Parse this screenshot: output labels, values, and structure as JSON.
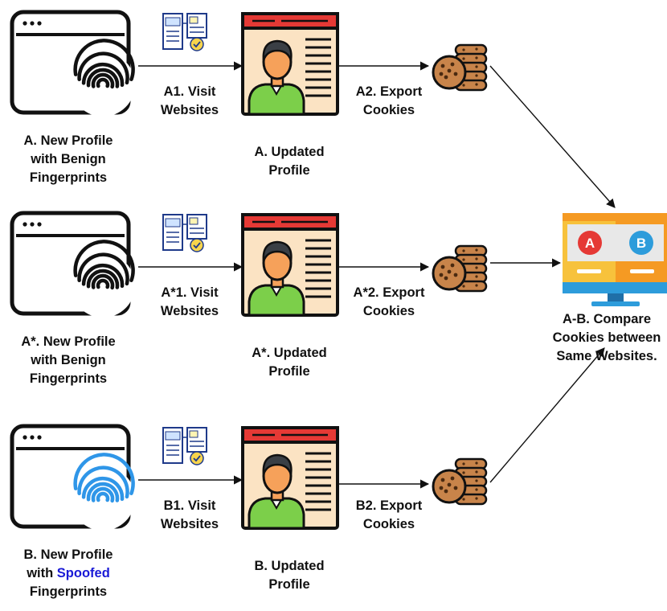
{
  "rows": [
    {
      "id": "A",
      "profile_lines": [
        "A. New Profile",
        "with Benign",
        "Fingerprints"
      ],
      "profile_highlight": "",
      "visit_lines": [
        "A1. Visit",
        "Websites"
      ],
      "updated_lines": [
        "A. Updated",
        "Profile"
      ],
      "export_lines": [
        "A2. Export",
        "Cookies"
      ],
      "fingerprint_color": "#111111"
    },
    {
      "id": "A*",
      "profile_lines": [
        "A*. New Profile",
        "with Benign",
        "Fingerprints"
      ],
      "profile_highlight": "",
      "visit_lines": [
        "A*1. Visit",
        "Websites"
      ],
      "updated_lines": [
        "A*. Updated",
        "Profile"
      ],
      "export_lines": [
        "A*2. Export",
        "Cookies"
      ],
      "fingerprint_color": "#111111"
    },
    {
      "id": "B",
      "profile_lines": [
        "B. New Profile",
        "with ",
        "Fingerprints"
      ],
      "profile_highlight": "Spoofed",
      "visit_lines": [
        "B1. Visit",
        "Websites"
      ],
      "updated_lines": [
        "B. Updated",
        "Profile"
      ],
      "export_lines": [
        "B2. Export",
        "Cookies"
      ],
      "fingerprint_color": "#2f96e8"
    }
  ],
  "compare": {
    "lines": [
      "A-B. Compare",
      "Cookies between",
      "Same Websites."
    ],
    "left_letter": "A",
    "right_letter": "B"
  },
  "colors": {
    "highlight": "#1a1ad6",
    "browser_border": "#111111",
    "profile_header": "#e53935",
    "profile_body": "#fbe3c3",
    "shirt": "#7ccf4a",
    "skin": "#f6a15a",
    "hair": "#3a3f45",
    "cookie": "#c8844a",
    "monitor_yellow": "#f7c23c",
    "monitor_orange": "#f59a23",
    "monitor_blue": "#2d9cdb",
    "badge_red": "#e53935",
    "badge_blue": "#2d9cdb"
  },
  "icons": {
    "browser": "browser-window-icon",
    "fingerprint": "fingerprint-icon",
    "website": "website-documents-icon",
    "profile": "user-profile-card-icon",
    "cookies": "cookie-stack-icon",
    "monitor": "monitor-compare-icon"
  }
}
